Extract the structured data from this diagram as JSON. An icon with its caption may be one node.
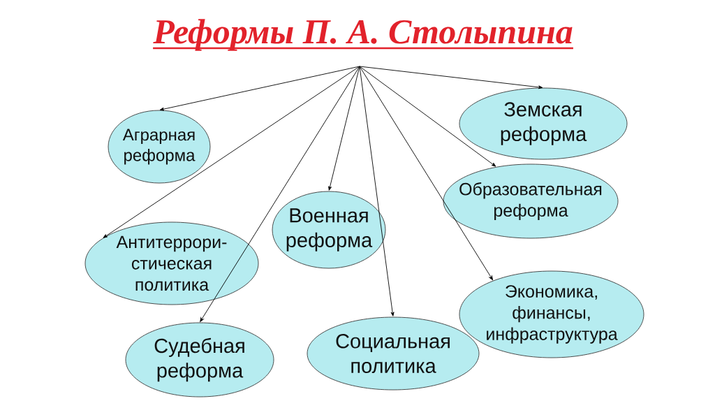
{
  "diagram": {
    "title": "Реформы П. А. Столыпина",
    "nodes": [
      {
        "text": [
          "Аграрная реформа"
        ]
      },
      {
        "text": [
          "Земская реформа"
        ]
      },
      {
        "text": [
          "Антитеррори- стическая политика"
        ]
      },
      {
        "text": [
          "Военная реформа"
        ]
      },
      {
        "text": [
          "Образовательная реформа"
        ]
      },
      {
        "text": [
          "Экономика, финансы, инфраструктура"
        ]
      },
      {
        "text": [
          "Судебная реформа"
        ]
      },
      {
        "text": [
          "Социальная политика"
        ]
      }
    ],
    "edges": [
      {
        "from": null,
        "to": 0,
        "arrow": "to"
      },
      {
        "from": null,
        "to": 1,
        "arrow": "to"
      },
      {
        "from": null,
        "to": 2,
        "arrow": "to"
      },
      {
        "from": null,
        "to": 3,
        "arrow": "to"
      },
      {
        "from": null,
        "to": 4,
        "arrow": "to"
      },
      {
        "from": null,
        "to": 5,
        "arrow": "to"
      },
      {
        "from": null,
        "to": 6,
        "arrow": "to"
      },
      {
        "from": null,
        "to": 7,
        "arrow": "to"
      }
    ]
  }
}
